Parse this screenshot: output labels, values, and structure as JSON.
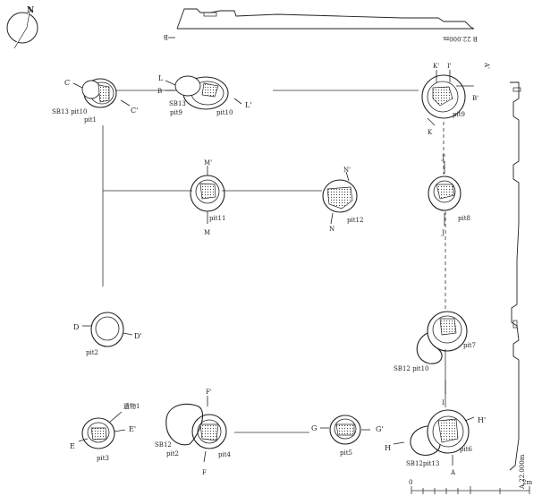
{
  "north_label": "N",
  "pits": {
    "pit1": "pit1",
    "pit2": "pit2",
    "pit3": "pit3",
    "pit4": "pit4",
    "pit5": "pit5",
    "pit6": "pit6",
    "pit7": "pit7",
    "pit8": "pit8",
    "pit9": "pit9",
    "pit10": "pit10",
    "pit11": "pit11",
    "pit12": "pit12"
  },
  "labels": {
    "sb13pit10": "SB13 pit10",
    "sb13": "SB13",
    "sb13pit9": "pit9",
    "sb12pit10": "SB12 pit10",
    "sb12": "SB12",
    "sb12pit2": "pit2",
    "sb12pit13": "SB12pit13",
    "artifact1": "遺物1",
    "C": "C",
    "C2": "C'",
    "L": "L",
    "L2": "L'",
    "D": "D",
    "D2": "D'",
    "E": "E",
    "E2": "E'",
    "G": "G",
    "G2": "G'",
    "H": "H",
    "H2": "H'",
    "F": "F",
    "F2": "F'",
    "M": "M",
    "M2": "M'",
    "N": "N",
    "N2": "N'",
    "K": "K",
    "K2": "K'",
    "J": "J",
    "J2": "J'",
    "I": "I",
    "I2": "I'",
    "A": "A",
    "A2": "A'",
    "B": "B",
    "B2": "B'",
    "elev_top": "B 22.000m",
    "elev_right": "A 22.000m"
  },
  "scale": {
    "zero": "0",
    "end": "2m"
  }
}
